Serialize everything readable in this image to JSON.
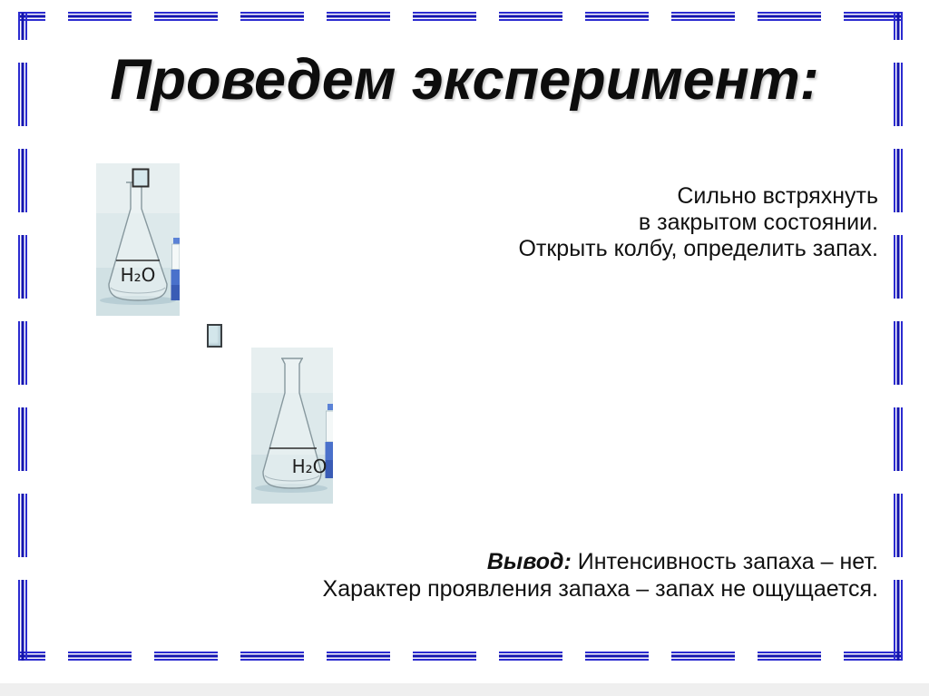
{
  "slide": {
    "title": "Проведем эксперимент:",
    "instruction": {
      "line1": "Сильно встряхнуть",
      "line2": "в закрытом состоянии.",
      "line3": "Открыть колбу, определить запах."
    },
    "conclusion": {
      "label": "Вывод:",
      "line1": "Интенсивность запаха – нет.",
      "line2": "Характер проявления запаха – запах не ощущается."
    },
    "flask_closed": {
      "label": "H₂O"
    },
    "flask_open": {
      "label": "H₂O"
    },
    "colors": {
      "border_blue": "#1b1bbe",
      "flask_background": "#dde9eb",
      "stopper_fill": "#d3e6eb"
    }
  }
}
